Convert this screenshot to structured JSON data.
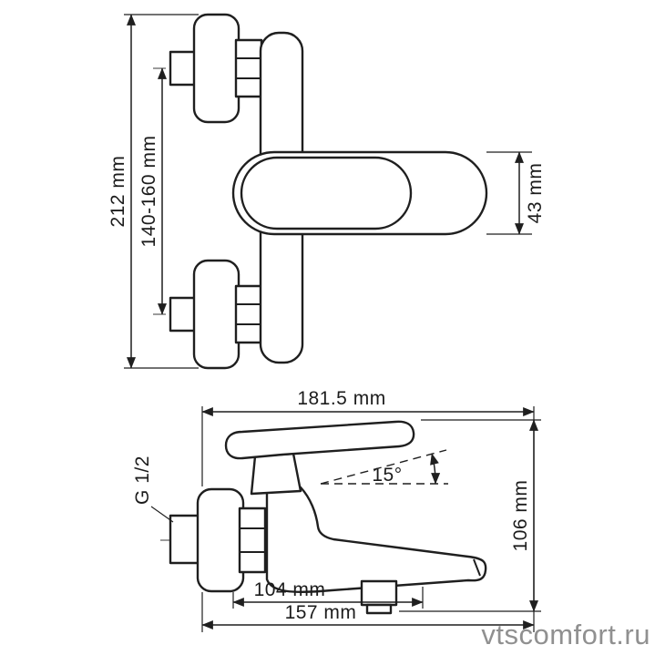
{
  "watermark": "vtscomfort.ru",
  "front_view": {
    "overall_height": "212 mm",
    "mounting_distance": "140-160 mm",
    "body_height": "43 mm"
  },
  "side_view": {
    "overall_width": "181.5 mm",
    "thread_size": "G 1/2",
    "handle_angle": "15°",
    "overall_height": "106 mm",
    "spout_reach": "104 mm",
    "overall_depth": "157 mm"
  }
}
